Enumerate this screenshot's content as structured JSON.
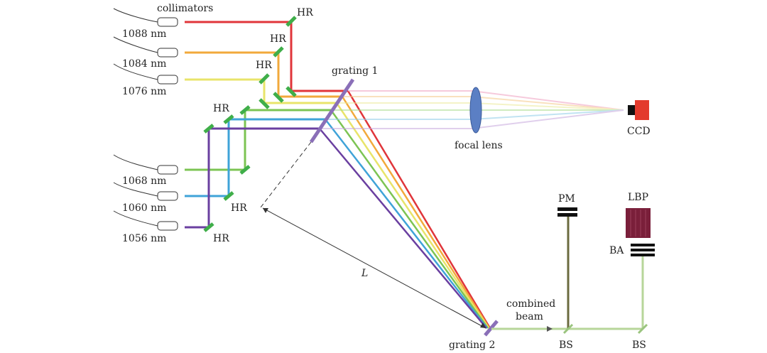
{
  "labels": {
    "collimators": "collimators",
    "hr": "HR",
    "grating1": "grating 1",
    "grating2": "grating 2",
    "focal_lens": "focal lens",
    "ccd": "CCD",
    "pm": "PM",
    "lbp": "LBP",
    "ba": "BA",
    "bs": "BS",
    "combined_beam_line1": "combined",
    "combined_beam_line2": "beam",
    "distance": "L"
  },
  "lasers": [
    {
      "wavelength": "1088 nm",
      "color": "#e0353a"
    },
    {
      "wavelength": "1084 nm",
      "color": "#f2a93b"
    },
    {
      "wavelength": "1076 nm",
      "color": "#e8e46a"
    },
    {
      "wavelength": "1068 nm",
      "color": "#7cc453"
    },
    {
      "wavelength": "1060 nm",
      "color": "#3fa3d8"
    },
    {
      "wavelength": "1056 nm",
      "color": "#6a3fa0"
    }
  ],
  "colors": {
    "mirror": "#3fae49",
    "grating": "#8a6fb8",
    "lens": "#5b7fc4",
    "ccd": "#e33a2d",
    "lbp": "#7a1f3a",
    "combined": "#b7d69a",
    "line": "#333333"
  }
}
